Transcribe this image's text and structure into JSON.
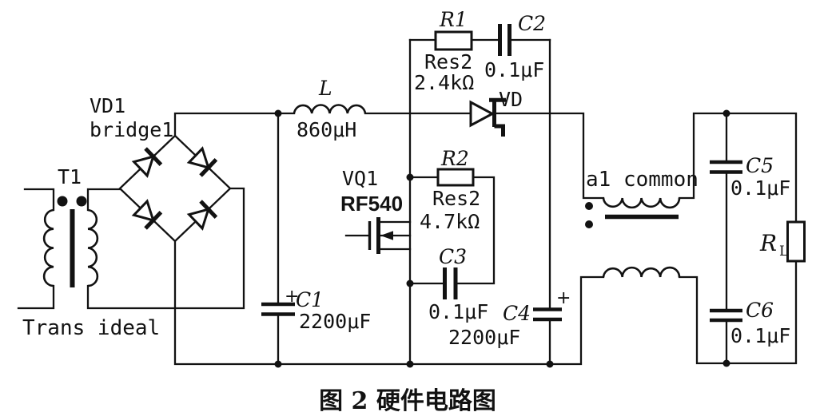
{
  "caption": "图 2  硬件电路图",
  "components": {
    "T1": {
      "ref": "T1",
      "desc": "Trans ideal"
    },
    "VD1": {
      "ref": "VD1",
      "desc": "bridge1"
    },
    "L": {
      "ref": "L",
      "value": "860μH"
    },
    "C1": {
      "ref": "C1",
      "value": "2200μF",
      "polarity": "+"
    },
    "R1": {
      "ref": "R1",
      "desc": "Res2",
      "value": "2.4kΩ"
    },
    "C2": {
      "ref": "C2",
      "value": "0.1μF"
    },
    "VD": {
      "ref": "VD"
    },
    "VQ1": {
      "ref": "VQ1",
      "desc": "RF540"
    },
    "R2": {
      "ref": "R2",
      "desc": "Res2",
      "value": "4.7kΩ"
    },
    "C3": {
      "ref": "C3",
      "value": "0.1μF"
    },
    "C4": {
      "ref": "C4",
      "value": "2200μF",
      "polarity": "+"
    },
    "CHOKE": {
      "ref": "a1 common"
    },
    "C5": {
      "ref": "C5",
      "value": "0.1μF"
    },
    "C6": {
      "ref": "C6",
      "value": "0.1μF"
    },
    "RL": {
      "ref": "R",
      "sub": "L"
    }
  }
}
